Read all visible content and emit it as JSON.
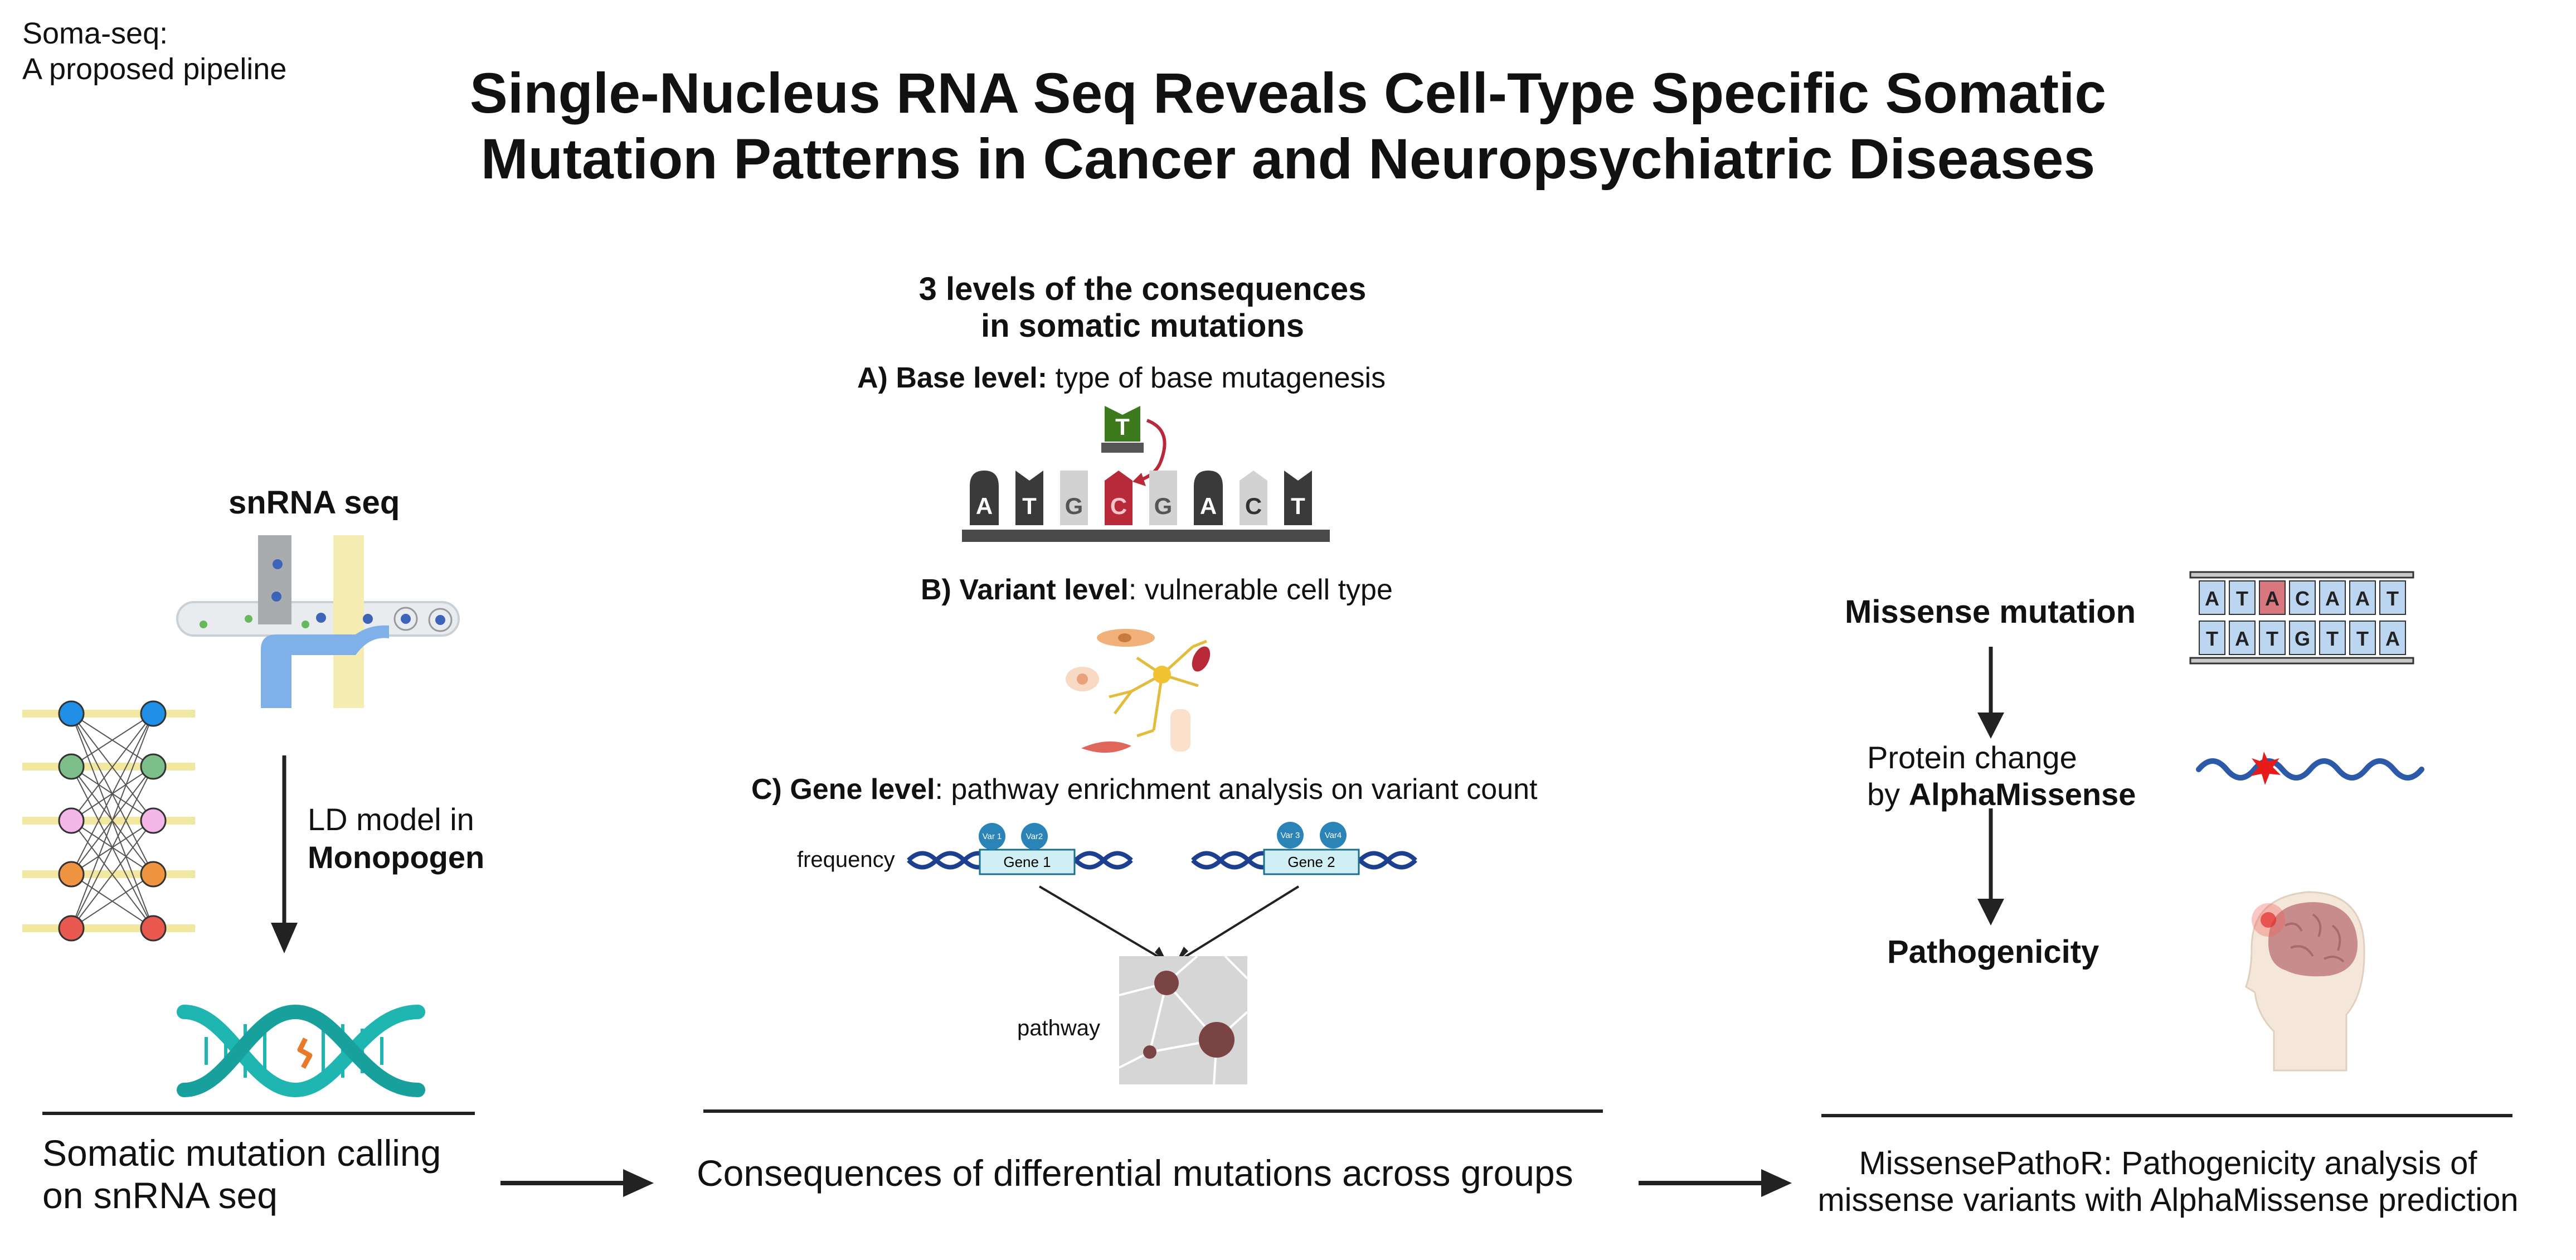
{
  "corner_label": [
    "Soma-seq:",
    "A proposed pipeline"
  ],
  "title_lines": [
    "Single-Nucleus RNA Seq Reveals Cell-Type Specific Somatic",
    "Mutation Patterns in Cancer and Neuropsychiatric Diseases"
  ],
  "left": {
    "snrna_label": "snRNA seq",
    "ld_model_prefix": "LD model in",
    "ld_model_tool": "Monopogen",
    "footer_lines": [
      "Somatic mutation calling",
      "on snRNA seq"
    ]
  },
  "middle": {
    "heading_lines": [
      "3 levels of the consequences",
      "in somatic mutations"
    ],
    "level_a_bold": "A) Base level:",
    "level_a_text": " type of base mutagenesis",
    "base_sequence": [
      "A",
      "T",
      "G",
      "C",
      "G",
      "A",
      "C",
      "T"
    ],
    "substituted_base": "T",
    "level_b_bold": "B) Variant level",
    "level_b_text": ": vulnerable cell type",
    "level_c_bold": "C) Gene level",
    "level_c_text": ": pathway enrichment analysis on variant count",
    "frequency_label": "frequency",
    "genes": [
      {
        "name": "Gene 1",
        "vars": [
          "Var 1",
          "Var2"
        ]
      },
      {
        "name": "Gene 2",
        "vars": [
          "Var 3",
          "Var4"
        ]
      }
    ],
    "pathway_label": "pathway",
    "footer": "Consequences of differential mutations across groups"
  },
  "right": {
    "missense_label": "Missense mutation",
    "dna_top": [
      "A",
      "T",
      "A",
      "C",
      "A",
      "A",
      "T"
    ],
    "dna_bottom": [
      "T",
      "A",
      "T",
      "G",
      "T",
      "T",
      "A"
    ],
    "protein_change_prefix": "Protein change",
    "protein_change_by": "by ",
    "protein_change_tool": "AlphaMissense",
    "pathogenicity_label": "Pathogenicity",
    "footer_lines": [
      "MissensePathoR: Pathogenicity analysis of",
      "missense variants with AlphaMissense prediction"
    ]
  },
  "colors": {
    "mutation_red": "#b8293a",
    "dna_teal": "#1fb5b0",
    "dna_navy": "#1d3f8f",
    "gene_box": "#cfeff4",
    "base_dark": "#3a3a3a",
    "base_light": "#d2d2d2",
    "arrow": "#222222"
  }
}
